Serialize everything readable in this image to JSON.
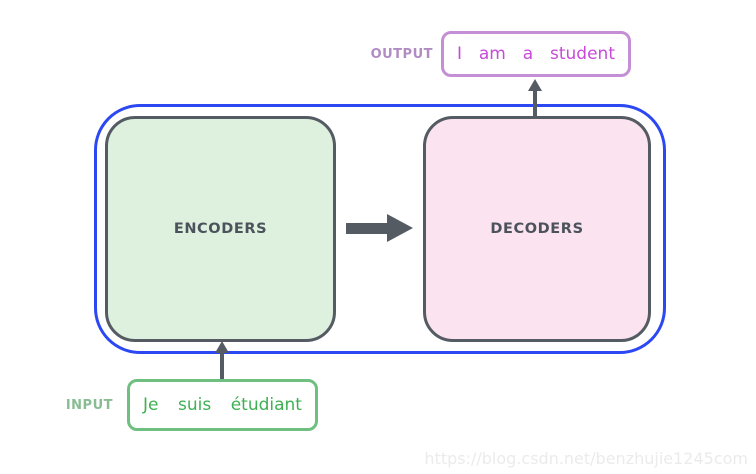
{
  "diagram": {
    "encoder": {
      "label": "ENCODERS"
    },
    "decoder": {
      "label": "DECODERS"
    },
    "output": {
      "label": "OUTPUT",
      "words": [
        "I",
        "am",
        "a",
        "student"
      ]
    },
    "input": {
      "label": "INPUT",
      "words": [
        "Je",
        "suis",
        "étudiant"
      ]
    }
  },
  "watermark": "https://blog.csdn.net/benzhujie1245com",
  "colors": {
    "outer_border": "#2b48f2",
    "box_border": "#555b62",
    "box_label_text": "#4b525b",
    "encoder_fill": "#def0de",
    "decoder_fill": "#fbe3ef",
    "arrow": "#555b62",
    "output_border": "#c48fd4",
    "output_text": "#c74ad9",
    "output_label": "#b18cc3",
    "input_border": "#6fc080",
    "input_text": "#3fb053",
    "input_label": "#88bc92",
    "watermark": "#ebebeb"
  }
}
